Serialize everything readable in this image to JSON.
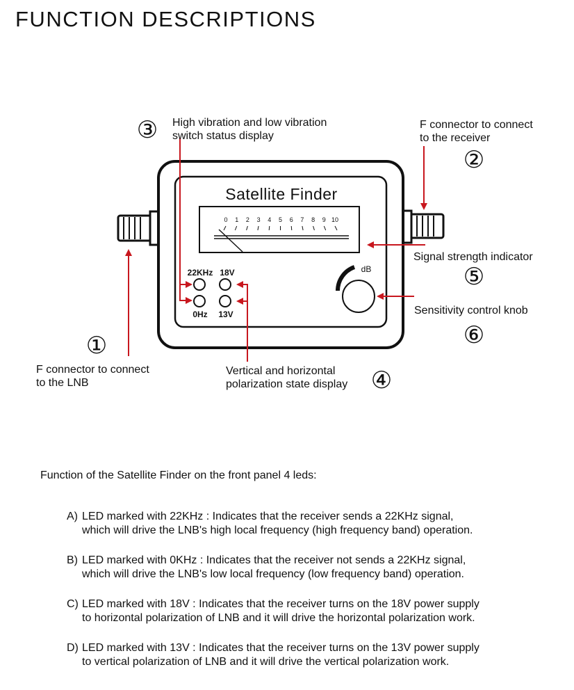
{
  "title": "FUNCTION DESCRIPTIONS",
  "device": {
    "label": "Satellite Finder",
    "scale": [
      "0",
      "1",
      "2",
      "3",
      "4",
      "5",
      "6",
      "7",
      "8",
      "9",
      "10"
    ],
    "led_labels": {
      "top_left": "22KHz",
      "top_right": "18V",
      "bottom_left": "0Hz",
      "bottom_right": "13V"
    },
    "knob_label": "dB"
  },
  "callouts": [
    {
      "number": "①",
      "text": [
        "F connector to connect",
        "to the LNB"
      ]
    },
    {
      "number": "②",
      "text": [
        "F connector to connect",
        "to the receiver"
      ]
    },
    {
      "number": "③",
      "text": [
        "High vibration and low vibration",
        "switch status display"
      ]
    },
    {
      "number": "④",
      "text": [
        "Vertical and horizontal",
        "polarization state display"
      ]
    },
    {
      "number": "⑤",
      "text": [
        "Signal strength indicator"
      ]
    },
    {
      "number": "⑥",
      "text": [
        "Sensitivity control knob"
      ]
    }
  ],
  "intro": "Function of the Satellite Finder on the front panel 4 leds:",
  "led_functions": [
    {
      "marker": "A)",
      "line1": "LED marked with 22KHz : Indicates that the receiver sends a 22KHz signal,",
      "line2": "which will drive the LNB's high local frequency (high frequency band) operation."
    },
    {
      "marker": "B)",
      "line1": "LED marked with 0KHz : Indicates that the receiver not sends a 22KHz signal,",
      "line2": "which will drive the LNB's low  local frequency (low  frequency band) operation."
    },
    {
      "marker": "C)",
      "line1": "LED marked with 18V : Indicates that the receiver turns on the 18V power supply",
      "line2": "to horizontal polarization of LNB and it will drive the horizontal polarization work."
    },
    {
      "marker": "D)",
      "line1": "LED marked with 13V : Indicates that the receiver turns on the 13V power supply",
      "line2": "to vertical  polarization of LNB and it will drive the vertical  polarization work."
    }
  ],
  "colors": {
    "arrow": "#c8171e",
    "ink": "#111111",
    "panel": "#ffffff"
  }
}
